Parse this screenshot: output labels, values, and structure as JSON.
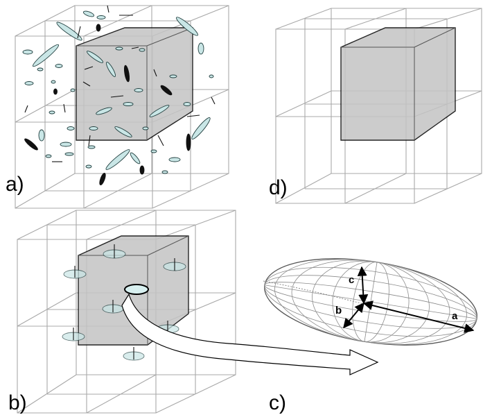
{
  "panels": {
    "a": {
      "label": "a)"
    },
    "b": {
      "label": "b)"
    },
    "c": {
      "label": "c)"
    },
    "d": {
      "label": "d)"
    }
  },
  "ellipsoid": {
    "axis_a": "a",
    "axis_b": "b",
    "axis_c": "c"
  }
}
